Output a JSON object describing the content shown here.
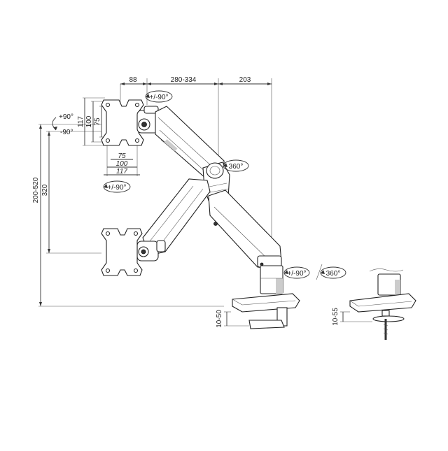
{
  "dimensions": {
    "top_left": "88",
    "top_mid": "280-334",
    "top_right": "203",
    "vesa_v1": "117",
    "vesa_v2": "100",
    "vesa_v3": "75",
    "vesa_h1": "75",
    "vesa_h2": "100",
    "vesa_h3": "117",
    "height_range": "200-520",
    "height_arm": "320",
    "clamp_thickness": "10-50",
    "grommet_thickness": "10-55"
  },
  "rotations": {
    "tilt_up": "+90°",
    "tilt_down": "-90°",
    "swivel_top": "+/-90°",
    "swivel_low": "+/-90°",
    "joint": "360°",
    "pole_swivel": "+/-90°",
    "pole_rotate": "360°"
  },
  "icons": [
    "rotation-arrow-icon"
  ],
  "colors": {
    "line": "#333333",
    "fill": "#ffffff",
    "shade": "#cccccc"
  }
}
